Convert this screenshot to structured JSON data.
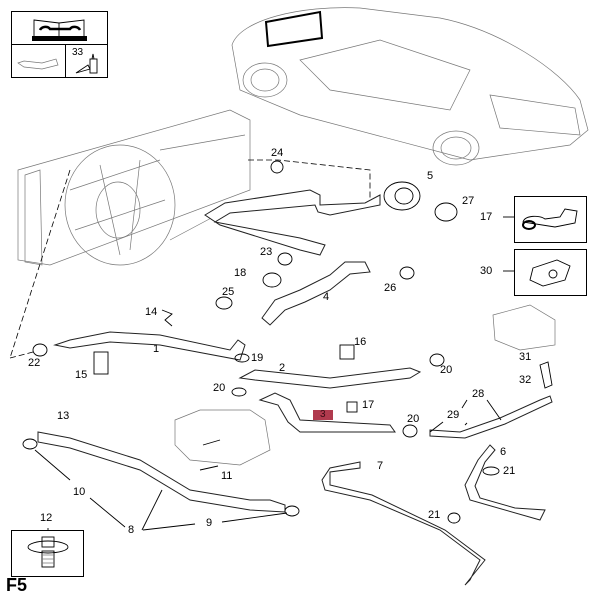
{
  "diagram": {
    "sheet_label": "F5",
    "highlight_color": "#b03a4e",
    "header_box": {
      "icon": "workshop-manual-wrench-icon",
      "sub_icons": [
        "hose-tool-icon",
        "sealant-bottle-icon"
      ],
      "sub_label": "33"
    },
    "callouts": {
      "p1": "1",
      "p2": "2",
      "p3": "3",
      "p4": "4",
      "p5": "5",
      "p6": "6",
      "p7": "7",
      "p8": "8",
      "p9": "9",
      "p10": "10",
      "p11": "11",
      "p12": "12",
      "p13": "13",
      "p14": "14",
      "p15": "15",
      "p16": "16",
      "p17a": "17",
      "p17b": "17",
      "p18": "18",
      "p19": "19",
      "p20a": "20",
      "p20b": "20",
      "p20c": "20",
      "p21a": "21",
      "p21b": "21",
      "p22": "22",
      "p23": "23",
      "p24": "24",
      "p25": "25",
      "p26": "26",
      "p27": "27",
      "p28": "28",
      "p29": "29",
      "p30": "30",
      "p31": "31",
      "p32": "32"
    },
    "highlighted_part": "3",
    "detail_boxes": [
      {
        "label": "17",
        "icon": "hose-clip-bracket-icon"
      },
      {
        "label": "30",
        "icon": "retaining-clip-icon"
      },
      {
        "label": "12",
        "icon": "flange-bolt-icon"
      }
    ]
  }
}
